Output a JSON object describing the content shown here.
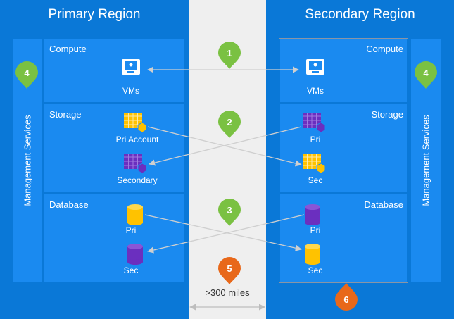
{
  "primary": {
    "title": "Primary Region",
    "management": "Management Services",
    "compute": {
      "label": "Compute",
      "icon_label": "VMs"
    },
    "storage": {
      "label": "Storage",
      "primary_label": "Pri Account",
      "secondary_label": "Secondary"
    },
    "database": {
      "label": "Database",
      "primary_label": "Pri",
      "secondary_label": "Sec"
    }
  },
  "secondary": {
    "title": "Secondary Region",
    "management": "Management Services",
    "compute": {
      "label": "Compute",
      "icon_label": "VMs"
    },
    "storage": {
      "label": "Storage",
      "primary_label": "Pri",
      "secondary_label": "Sec"
    },
    "database": {
      "label": "Database",
      "primary_label": "Pri",
      "secondary_label": "Sec"
    }
  },
  "markers": [
    "1",
    "2",
    "3",
    "4",
    "4",
    "5",
    "6"
  ],
  "distance_label": ">300 miles",
  "colors": {
    "region_bg": "#0a78d7",
    "section_bg": "#1a8af0",
    "green_marker": "#7ac142",
    "orange_marker": "#e8681a",
    "storage_yellow": "#ffc200",
    "storage_purple": "#6b2fbf"
  }
}
